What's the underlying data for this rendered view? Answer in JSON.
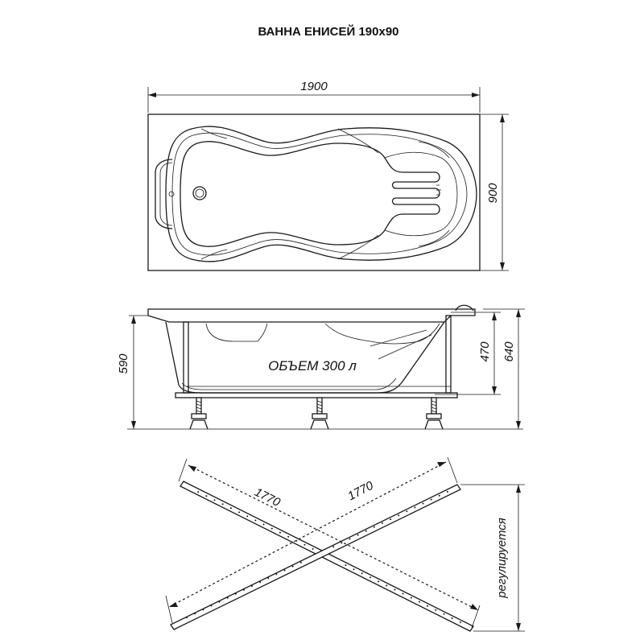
{
  "title": "ВАННА ЕНИСЕЙ 190х90",
  "top_view": {
    "length_label": "1900",
    "width_label": "900"
  },
  "side_view": {
    "volume_label": "ОБЪЕМ 300 л",
    "height_total_label": "590",
    "depth_label": "470",
    "height_rim_label": "640"
  },
  "frame_view": {
    "diag_a_label": "1770",
    "diag_b_label": "1770",
    "adjust_label": "регулируется"
  }
}
